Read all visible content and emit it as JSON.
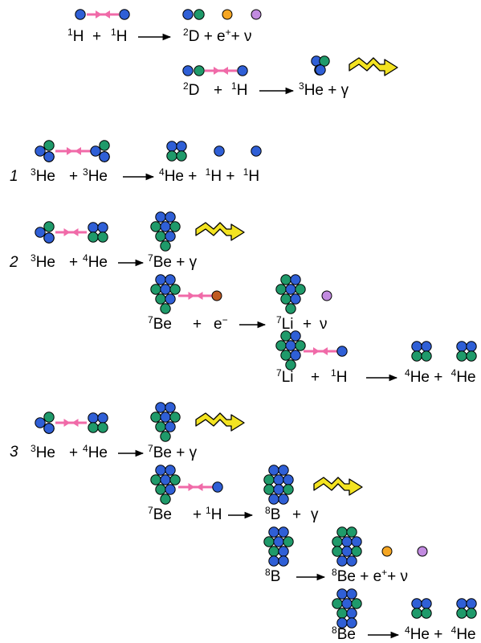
{
  "colors": {
    "proton": "#2f5fd6",
    "neutron": "#1f9a6a",
    "positron": "#f5a623",
    "neutrino": "#c28be0",
    "electron": "#c05a22",
    "collision_arrow": "#f06aa8",
    "gamma_fill": "#f3e321",
    "gamma_stroke": "#000000"
  },
  "branch_labels": {
    "b1": "1",
    "b2": "2",
    "b3": "3"
  },
  "eq": {
    "r1": {
      "s1": "1",
      "a": "H",
      "plus1": "+",
      "s2": "1",
      "b": "H",
      "s3": "2",
      "c": "D + e",
      "sup_plus": "+",
      "d": "+ ν"
    },
    "r2": {
      "s1": "2",
      "a": "D",
      "plus1": "+",
      "s2": "1",
      "b": "H",
      "s3": "3",
      "c": "He + γ"
    },
    "r3": {
      "s1": "3",
      "a": "He",
      "plus1": "+",
      "s2": "3",
      "b": "He",
      "s3": "4",
      "c": "He +",
      "s4": "1",
      "d": "H +",
      "s5": "1",
      "e": "H"
    },
    "r4": {
      "s1": "3",
      "a": "He",
      "plus1": "+",
      "s2": "4",
      "b": "He",
      "s3": "7",
      "c": "Be + γ"
    },
    "r5": {
      "s1": "7",
      "a": "Be",
      "plus1": "+",
      "b": "e",
      "sup_minus": "−",
      "s3": "7",
      "c": "Li",
      "plus2": "+",
      "d": "ν"
    },
    "r6": {
      "s1": "7",
      "a": "Li",
      "plus1": "+",
      "s2": "1",
      "b": "H",
      "s3": "4",
      "c": "He +",
      "s4": "4",
      "d": "He"
    },
    "r7": {
      "s1": "3",
      "a": "He",
      "plus1": "+",
      "s2": "4",
      "b": "He",
      "s3": "7",
      "c": "Be + γ"
    },
    "r8": {
      "s1": "7",
      "a": "Be",
      "plus1": "+",
      "s2": "1",
      "b": "H",
      "s3": "8",
      "c": "B",
      "plus2": "+",
      "d": "γ"
    },
    "r9": {
      "s1": "8",
      "a": "B",
      "s3": "8",
      "c": "Be + e",
      "sup_plus": "+",
      "d": "+ ν"
    },
    "r10": {
      "s1": "8",
      "a": "Be",
      "s3": "4",
      "c": "He +",
      "s4": "4",
      "d": "He"
    }
  }
}
